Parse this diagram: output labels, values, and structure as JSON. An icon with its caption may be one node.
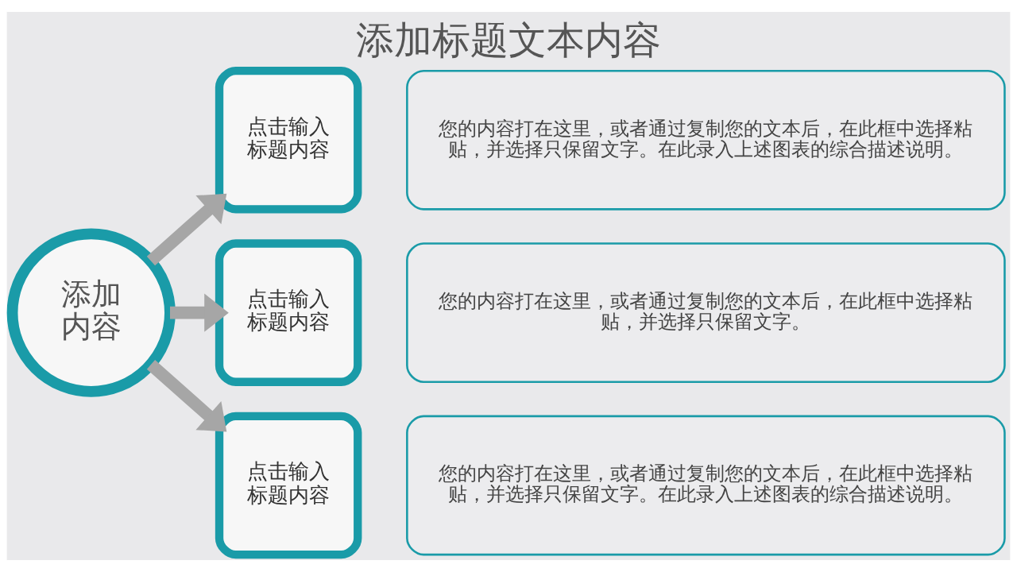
{
  "diagram": {
    "title": "添加标题文本内容",
    "nodes": [
      {
        "text": [
          "添加内容"
        ]
      },
      {
        "text": [
          "点击输入标题内容"
        ]
      },
      {
        "text": [
          "您的内容打在这里，或者通过复制您的文本后，在此框中选择粘贴，并选择只保留文字。在此录入上述图表的综合描述说明。"
        ]
      },
      {
        "text": [
          "点击输入标题内容"
        ]
      },
      {
        "text": [
          "您的内容打在这里，或者通过复制您的文本后，在此框中选择粘贴，并选择只保留文字。"
        ]
      },
      {
        "text": [
          "点击输入标题内容"
        ]
      },
      {
        "text": [
          "您的内容打在这里，或者通过复制您的文本后，在此框中选择粘贴，并选择只保留文字。在此录入上述图表的综合描述说明。"
        ]
      }
    ],
    "edges": [
      {
        "from": 0,
        "to": 1,
        "arrow": "to"
      },
      {
        "from": 0,
        "to": 3,
        "arrow": "to"
      },
      {
        "from": 0,
        "to": 5,
        "arrow": "to"
      }
    ]
  }
}
